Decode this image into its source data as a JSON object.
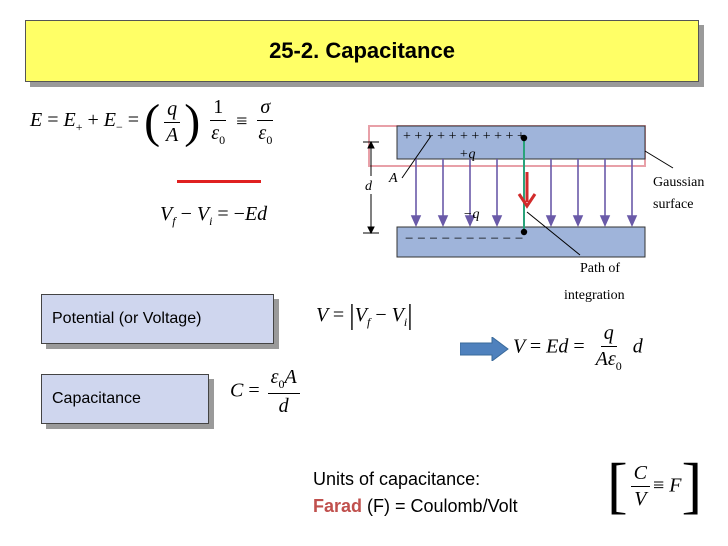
{
  "title": "25-2. Capacitance",
  "labels": {
    "potential": "Potential (or Voltage)",
    "capacitance": "Capacitance"
  },
  "units": {
    "intro": "Units of capacitance:",
    "farad_word": "Farad",
    "farad_rest": " (F) = Coulomb/Volt"
  },
  "figure": {
    "plus_charge": "+q",
    "minus_charge": "−q",
    "area_label": "A",
    "sep_label": "d",
    "gaussian_line1": "Gaussian",
    "gaussian_line2": "surface",
    "path_line1": "Path of",
    "path_line2": "integration",
    "top_signs": "+  +  +  +  +  +  +  +  +  +  +",
    "bottom_signs": "−  −  −  −  −  −  −  −  −  −"
  },
  "colors": {
    "title_bg": "#ffff66",
    "label_bg": "#cfd6ee",
    "plate": "#9fb4da",
    "gaussian": "#e8a0a8",
    "field_arrow": "#6a5aa8",
    "path_arrow": "#d22b2b",
    "path_line": "#2aa37a",
    "underline": "#e02020",
    "big_arrow": "#4f81bd",
    "farad": "#c0504d"
  },
  "icons": [
    "right-arrow-icon",
    "down-arrow-icon"
  ]
}
